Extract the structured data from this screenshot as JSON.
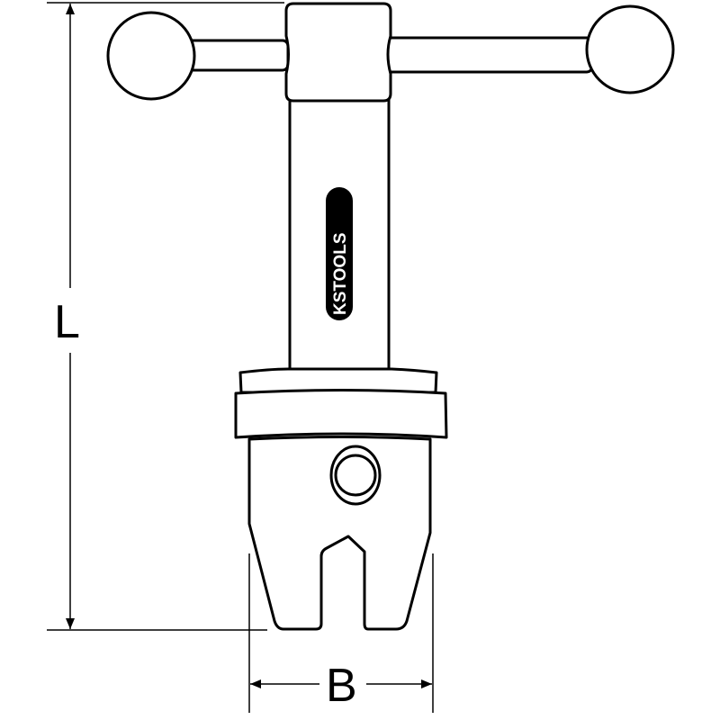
{
  "dimensions": {
    "length_label": "L",
    "width_label": "B"
  },
  "logo": {
    "text": "KSTOOLS",
    "brand_color": "#000000"
  },
  "colors": {
    "line": "#000000",
    "background": "#ffffff"
  }
}
